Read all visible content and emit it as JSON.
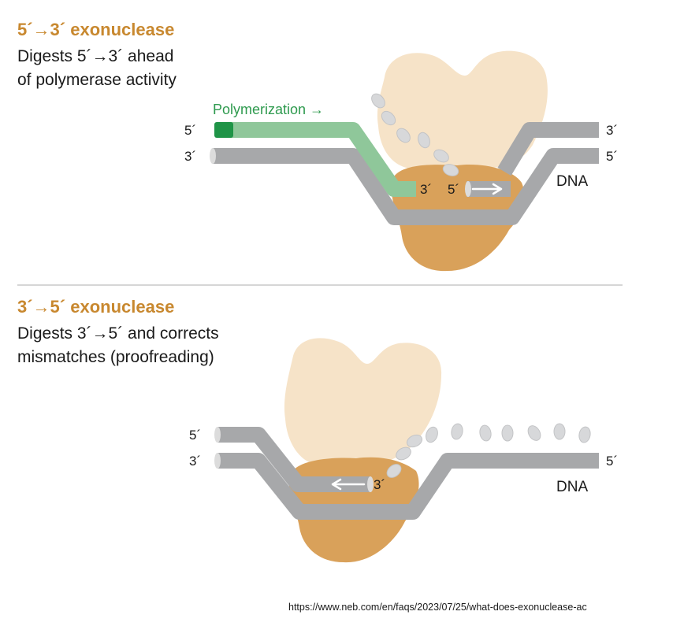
{
  "panel_top": {
    "title": "5´→3´ exonuclease",
    "description_line1": "Digests 5´→3´ ahead",
    "description_line2": "of polymerase activity",
    "polymerization_label": "Polymerization →",
    "left_top_end": "5´",
    "left_bottom_end": "3´",
    "right_top_end": "3´",
    "right_bottom_end": "5´",
    "inner_primer_end": "3´",
    "inner_template_end": "5´",
    "dna_label": "DNA"
  },
  "panel_bottom": {
    "title": "3´→5´ exonuclease",
    "description_line1": "Digests 3´→5´ and corrects",
    "description_line2": "mismatches (proofreading)",
    "left_top_end": "5´",
    "left_bottom_end": "3´",
    "right_end": "5´",
    "inner_end": "3´",
    "dna_label": "DNA"
  },
  "source_url": "https://www.neb.com/en/faqs/2023/07/25/what-does-exonuclease-ac",
  "colors": {
    "title": "#c8882f",
    "enzyme_light": "#f6e3c8",
    "enzyme_dark": "#d9a15a",
    "dna_strand": "#a7a8aa",
    "nucleotide": "#d7d8da",
    "new_strand": "#8fc79a",
    "new_strand_start": "#1f9447",
    "polymerization_text": "#2e9a4e",
    "divider": "#c9c9c9"
  }
}
